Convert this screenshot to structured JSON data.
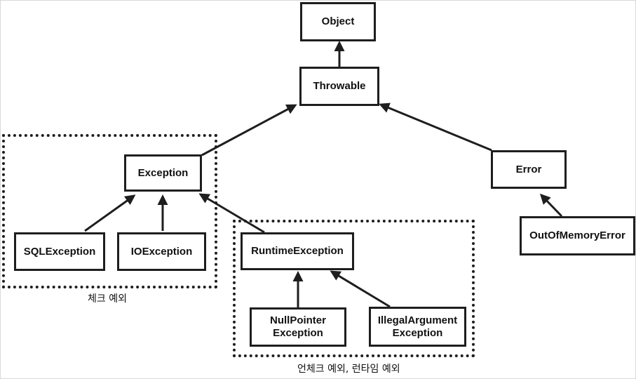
{
  "nodes": {
    "object": "Object",
    "throwable": "Throwable",
    "exception": "Exception",
    "error": "Error",
    "sql_exception": "SQLException",
    "io_exception": "IOException",
    "runtime_exception": "RuntimeException",
    "out_of_memory_error": "OutOfMemoryError",
    "null_pointer_exception": "NullPointer\nException",
    "illegal_argument_exception": "IllegalArgument\nException"
  },
  "groups": {
    "checked_label": "체크 예외",
    "unchecked_label": "언체크 예외, 런타임 예외"
  },
  "edges": [
    {
      "from": "Throwable",
      "to": "Object"
    },
    {
      "from": "Exception",
      "to": "Throwable"
    },
    {
      "from": "Error",
      "to": "Throwable"
    },
    {
      "from": "SQLException",
      "to": "Exception"
    },
    {
      "from": "IOException",
      "to": "Exception"
    },
    {
      "from": "RuntimeException",
      "to": "Exception"
    },
    {
      "from": "OutOfMemoryError",
      "to": "Error"
    },
    {
      "from": "NullPointer Exception",
      "to": "RuntimeException"
    },
    {
      "from": "IllegalArgument Exception",
      "to": "RuntimeException"
    }
  ],
  "colors": {
    "stroke": "#1e1e1e",
    "background": "#ffffff"
  }
}
